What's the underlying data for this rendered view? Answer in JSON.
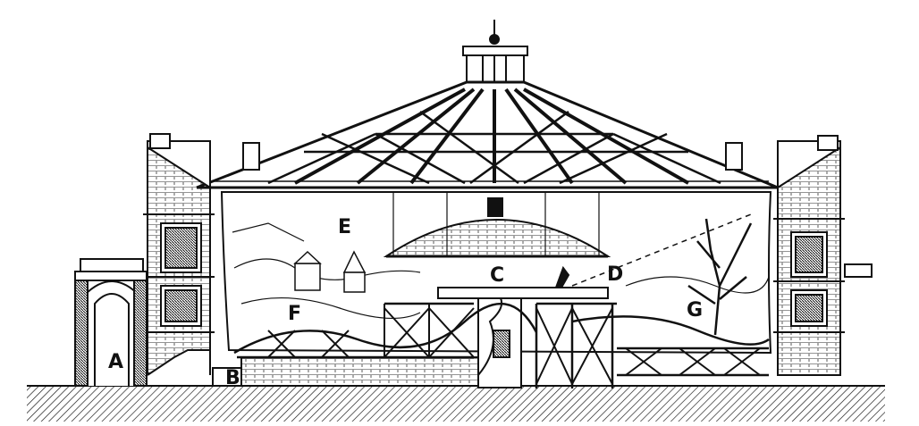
{
  "figure": {
    "ink_color": "#111111",
    "paper_color": "#ffffff",
    "labels": {
      "a": "A",
      "b": "B",
      "c": "C",
      "d": "D",
      "e": "E",
      "f": "F",
      "g": "G"
    }
  }
}
